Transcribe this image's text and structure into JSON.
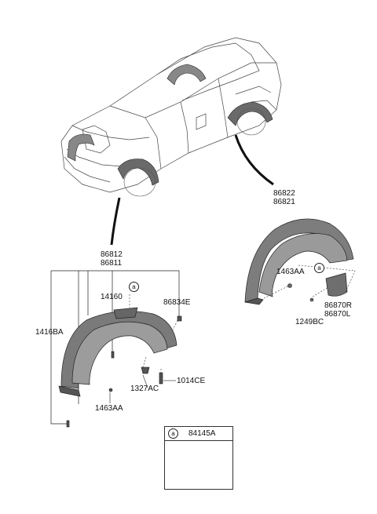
{
  "parts": {
    "rear_guard_pair": [
      "86822",
      "86821"
    ],
    "front_guard_pair": [
      "86812",
      "86811"
    ],
    "front_clip_top": "86834E",
    "front_bracket": "14160",
    "front_side_bolt": "1416BA",
    "front_nut": "1327AC",
    "front_screw": "1014CE",
    "front_bottom_clip": "1463AA",
    "rear_clip": "1463AA",
    "rear_flap_pair": [
      "86870R",
      "86870L"
    ],
    "rear_bolt": "1249BC",
    "inset_part": "84145A"
  },
  "callout_letter": "a"
}
